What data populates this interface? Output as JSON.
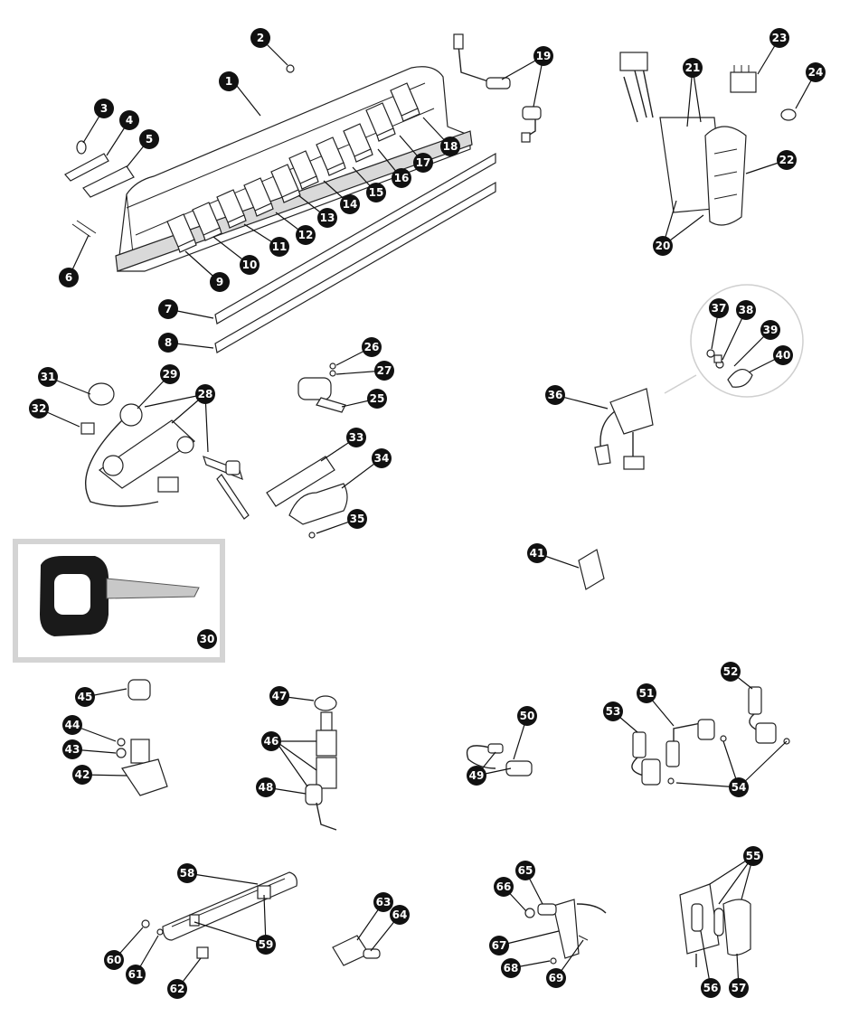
{
  "callouts": [
    {
      "id": "c1",
      "label": "1"
    },
    {
      "id": "c2",
      "label": "2"
    },
    {
      "id": "c3",
      "label": "3"
    },
    {
      "id": "c4",
      "label": "4"
    },
    {
      "id": "c5",
      "label": "5"
    },
    {
      "id": "c6",
      "label": "6"
    },
    {
      "id": "c7",
      "label": "7"
    },
    {
      "id": "c8",
      "label": "8"
    },
    {
      "id": "c9",
      "label": "9"
    },
    {
      "id": "c10",
      "label": "10"
    },
    {
      "id": "c11",
      "label": "11"
    },
    {
      "id": "c12",
      "label": "12"
    },
    {
      "id": "c13",
      "label": "13"
    },
    {
      "id": "c14",
      "label": "14"
    },
    {
      "id": "c15",
      "label": "15"
    },
    {
      "id": "c16",
      "label": "16"
    },
    {
      "id": "c17",
      "label": "17"
    },
    {
      "id": "c18",
      "label": "18"
    },
    {
      "id": "c19",
      "label": "19"
    },
    {
      "id": "c20",
      "label": "20"
    },
    {
      "id": "c21",
      "label": "21"
    },
    {
      "id": "c22",
      "label": "22"
    },
    {
      "id": "c23",
      "label": "23"
    },
    {
      "id": "c24",
      "label": "24"
    },
    {
      "id": "c25",
      "label": "25"
    },
    {
      "id": "c26",
      "label": "26"
    },
    {
      "id": "c27",
      "label": "27"
    },
    {
      "id": "c28",
      "label": "28"
    },
    {
      "id": "c29",
      "label": "29"
    },
    {
      "id": "c30",
      "label": "30"
    },
    {
      "id": "c31",
      "label": "31"
    },
    {
      "id": "c32",
      "label": "32"
    },
    {
      "id": "c33",
      "label": "33"
    },
    {
      "id": "c34",
      "label": "34"
    },
    {
      "id": "c35",
      "label": "35"
    },
    {
      "id": "c36",
      "label": "36"
    },
    {
      "id": "c37",
      "label": "37"
    },
    {
      "id": "c38",
      "label": "38"
    },
    {
      "id": "c39",
      "label": "39"
    },
    {
      "id": "c40",
      "label": "40"
    },
    {
      "id": "c41",
      "label": "41"
    },
    {
      "id": "c42",
      "label": "42"
    },
    {
      "id": "c43",
      "label": "43"
    },
    {
      "id": "c44",
      "label": "44"
    },
    {
      "id": "c45",
      "label": "45"
    },
    {
      "id": "c46",
      "label": "46"
    },
    {
      "id": "c47",
      "label": "47"
    },
    {
      "id": "c48",
      "label": "48"
    },
    {
      "id": "c49",
      "label": "49"
    },
    {
      "id": "c50",
      "label": "50"
    },
    {
      "id": "c51",
      "label": "51"
    },
    {
      "id": "c52",
      "label": "52"
    },
    {
      "id": "c53",
      "label": "53"
    },
    {
      "id": "c54",
      "label": "54"
    },
    {
      "id": "c55",
      "label": "55"
    },
    {
      "id": "c56",
      "label": "56"
    },
    {
      "id": "c57",
      "label": "57"
    },
    {
      "id": "c58",
      "label": "58"
    },
    {
      "id": "c59",
      "label": "59"
    },
    {
      "id": "c60",
      "label": "60"
    },
    {
      "id": "c61",
      "label": "61"
    },
    {
      "id": "c62",
      "label": "62"
    },
    {
      "id": "c63",
      "label": "63"
    },
    {
      "id": "c64",
      "label": "64"
    },
    {
      "id": "c65",
      "label": "65"
    },
    {
      "id": "c66",
      "label": "66"
    },
    {
      "id": "c67",
      "label": "67"
    },
    {
      "id": "c68",
      "label": "68"
    },
    {
      "id": "c69",
      "label": "69"
    }
  ],
  "colors": {
    "callout_fill": "#111111",
    "callout_text": "#ffffff",
    "line": "#222222",
    "key_frame": "#d4d4d4"
  }
}
